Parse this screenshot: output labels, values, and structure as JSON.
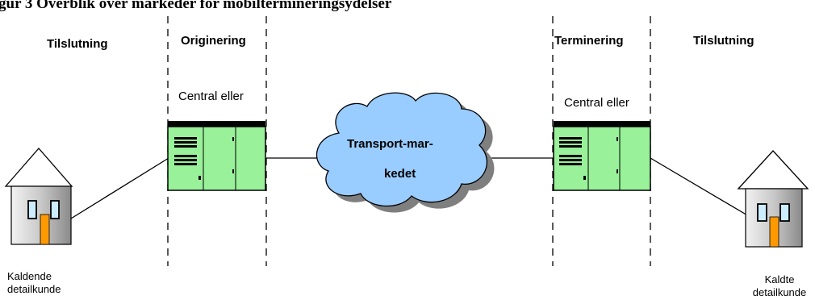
{
  "title": "gur 3 Overblik over markeder for mobiltermineringsydelser",
  "columns": {
    "left_access": "Tilslutning",
    "origination": "Originering",
    "termination": "Terminering",
    "right_access": "Tilslutning"
  },
  "switch_label_left": "Central eller",
  "switch_label_right": "Central eller",
  "cloud_label_line1": "Transport-mar-",
  "cloud_label_line2": "kedet",
  "calling_customer": {
    "line1": "Kaldende",
    "line2": "detailkunde"
  },
  "called_customer": {
    "line1": "Kaldte",
    "line2": "detailkunde"
  },
  "colors": {
    "switch_green": "#99f199",
    "cloud_blue": "#99ccff",
    "house_wall": "#c0c0c0",
    "door": "#ff9900",
    "window": "#ccecff"
  }
}
